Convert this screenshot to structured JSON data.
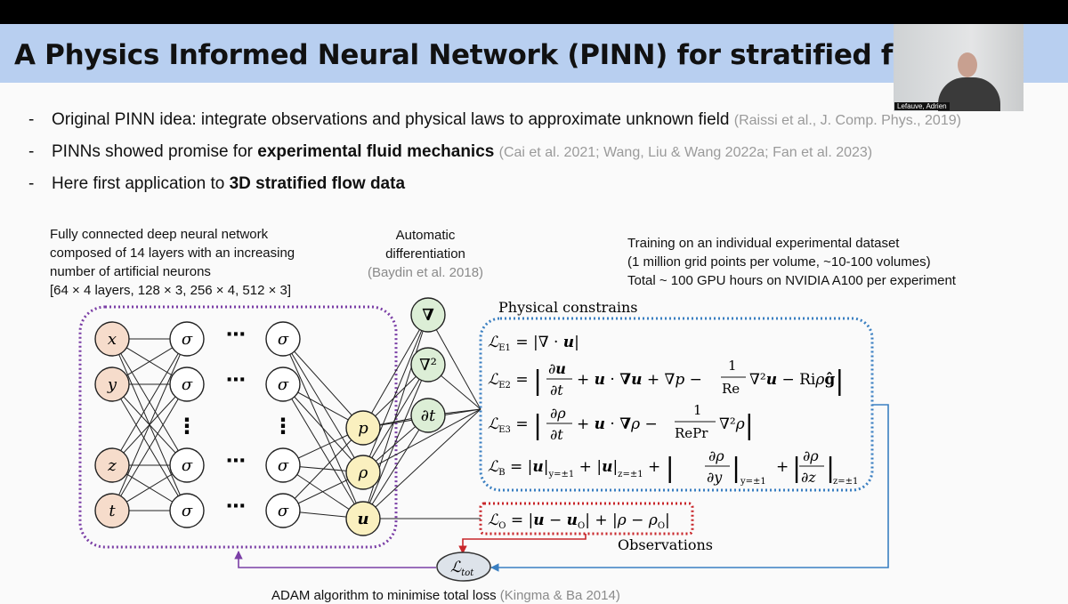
{
  "slide": {
    "title": "A Physics Informed Neural Network (PINN) for stratified flows",
    "speaker_name": "Lefauve, Adrien",
    "bullets": [
      {
        "dash": "-",
        "text": "Original PINN idea: integrate observations and physical laws to approximate unknown field",
        "ref": "(Raissi et al., J. Comp. Phys., 2019)"
      },
      {
        "dash": "-",
        "text_pre": "PINNs showed promise for ",
        "text_bold": "experimental fluid mechanics",
        "ref": "(Cai et al. 2021; Wang, Liu & Wang 2022a; Fan et al. 2023)"
      },
      {
        "dash": "-",
        "text_pre": "Here first application to ",
        "text_bold": "3D stratified flow data"
      }
    ],
    "network_desc": [
      "Fully connected deep neural network",
      "composed of 14 layers with an increasing",
      "number of artificial neurons",
      "[64 × 4 layers, 128 × 3, 256 × 4, 512 × 3]"
    ],
    "autodiff": {
      "line1": "Automatic",
      "line2": "differentiation",
      "ref": "(Baydin et al. 2018)"
    },
    "training": [
      "Training on an individual experimental dataset",
      "(1 million grid points per volume, ~10-100 volumes)",
      "Total ~ 100 GPU hours on NVIDIA A100 per experiment"
    ],
    "physical_constrains_label": "Physical constrains",
    "observations_label": "Observations",
    "bottom_text": "ADAM algorithm to minimise total loss",
    "bottom_ref": "(Kingma & Ba 2014)"
  },
  "diagram": {
    "inputs": [
      "x",
      "y",
      "z",
      "t"
    ],
    "hidden_symbol": "σ",
    "dots_h": "⋯",
    "dots_v": "⋮",
    "outputs": [
      "p",
      "ρ",
      "u"
    ],
    "operators": [
      "∇",
      "∇²",
      "∂t"
    ],
    "loss_total": "Ltot",
    "equations": {
      "e1": "LE1 = |∇ · u|",
      "e2": "LE2 = |∂u/∂t + u · ∇u + ∇p − (1/Re) ∇²u − Ri ρ ĝ|",
      "e3": "LE3 = |∂ρ/∂t + u · ∇ρ − (1/RePr) ∇²ρ|",
      "b": "LB = |u|y=±1 + |u|z=±1 + |∂ρ/∂y|y=±1 + |∂ρ/∂z|z=±1",
      "o": "LO = |u − uO| + |ρ − ρO|"
    }
  },
  "colors": {
    "title_bg": "#b8cff0",
    "input_fill": "#f6dccb",
    "output_fill": "#faf0bf",
    "operator_fill": "#dceed6",
    "network_border": "#7b3fa6",
    "physics_border": "#3a7fc1",
    "observation_border": "#c8262a",
    "total_loss_fill": "#dde3ea"
  }
}
